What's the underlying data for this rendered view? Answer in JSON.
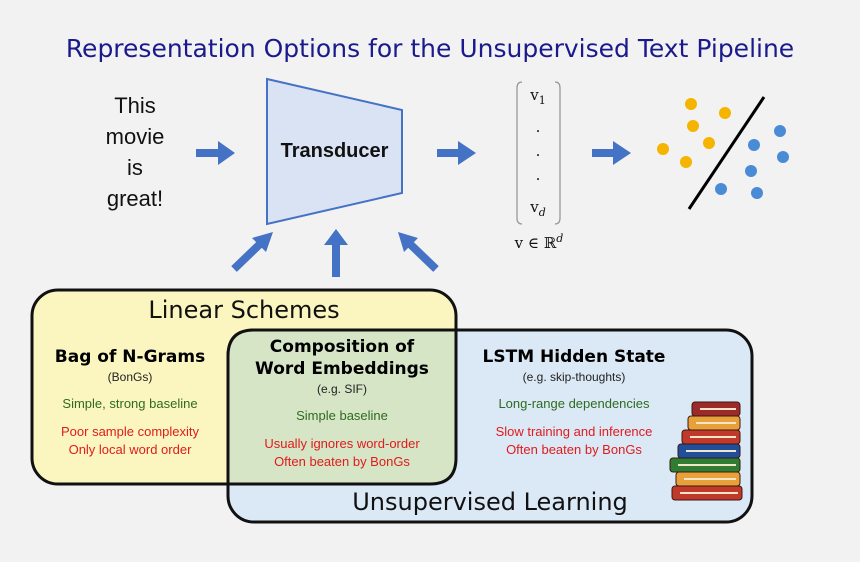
{
  "title": "Representation Options for the Unsupervised Text Pipeline",
  "input_sentence": [
    "This",
    "movie",
    "is",
    "great!"
  ],
  "transducer_label": "Transducer",
  "vector": {
    "top": "v",
    "top_sub": "1",
    "dots": [
      ".",
      ".",
      "."
    ],
    "bottom": "v",
    "bottom_sub": "d",
    "caption_main": "v ∈ ℝ",
    "caption_sup": "d"
  },
  "linear_schemes": {
    "title": "Linear Schemes"
  },
  "unsupervised_learning": {
    "title": "Unsupervised Learning"
  },
  "columns": [
    {
      "heading": [
        "Bag of N-Grams"
      ],
      "subtitle": "(BonGs)",
      "pro": "Simple, strong baseline",
      "cons": [
        "Poor sample complexity",
        "Only local word order"
      ]
    },
    {
      "heading": [
        "Composition of",
        "Word Embeddings"
      ],
      "subtitle": "(e.g. SIF)",
      "pro": "Simple baseline",
      "cons": [
        "Usually ignores word-order",
        "Often beaten by BonGs"
      ]
    },
    {
      "heading": [
        "LSTM Hidden State"
      ],
      "subtitle": "(e.g. skip-thoughts)",
      "pro": "Long-range dependencies",
      "cons": [
        "Slow training and inference",
        "Often beaten by BonGs"
      ]
    }
  ],
  "colors": {
    "title": "#1a1a8c",
    "arrow": "#4472c4",
    "transducer_fill": "#dae3f3",
    "linear_fill": "#fbf6c0",
    "unsupervised_fill": "#dbe8f6",
    "overlap_fill": "#d5e5c6",
    "orange_point": "#f5b400",
    "blue_point": "#4a8bd6",
    "pro_text": "#2d6b1f",
    "con_text": "#e01b1b"
  }
}
